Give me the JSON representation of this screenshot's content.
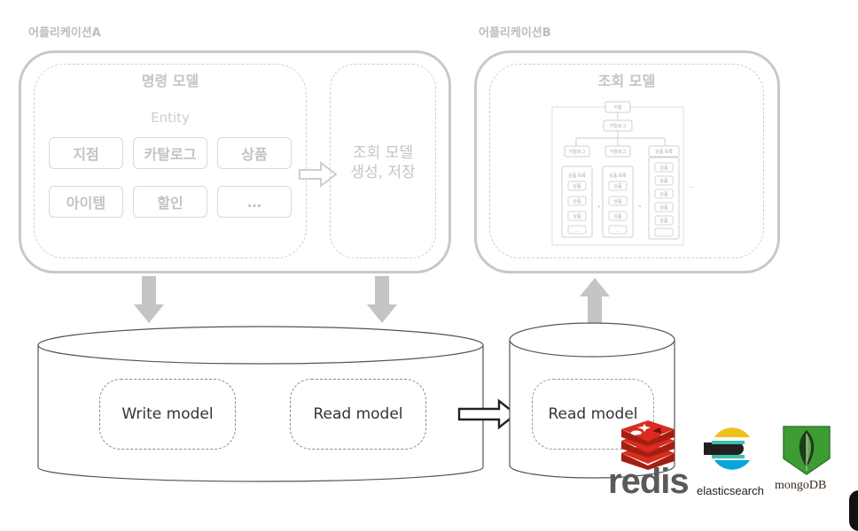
{
  "app_a": {
    "title": "어플리케이션A",
    "command_model": {
      "title": "명령 모델",
      "entity_label": "Entity",
      "entities": [
        "지점",
        "카탈로그",
        "상품",
        "아이템",
        "할인",
        "…"
      ]
    },
    "query_gen": {
      "line1": "조회 모델",
      "line2": "생성, 저장"
    }
  },
  "app_b": {
    "title": "어플리케이션B",
    "query_model": {
      "title": "조회 모델",
      "tree_root": "지점",
      "tree_catalog": "카탈로그",
      "tree_child": "카탈로그",
      "tree_list": "상품 목록",
      "tree_item": "상품",
      "tree_more": "…",
      "tree_plus": "+",
      "tree_equals": "=",
      "tree_trailing": "—"
    }
  },
  "db_a": {
    "write_model": "Write model",
    "read_model": "Read model"
  },
  "db_b": {
    "read_model": "Read model"
  },
  "logos": {
    "redis": "redis",
    "elasticsearch": "elasticsearch",
    "mongodb": "mongoDB",
    "redis_color": "#d82c20",
    "mongo_color": "#3f9c35",
    "es_colors": [
      "#f0bf1a",
      "#3ebeb0",
      "#07a5de",
      "#231f20"
    ]
  }
}
